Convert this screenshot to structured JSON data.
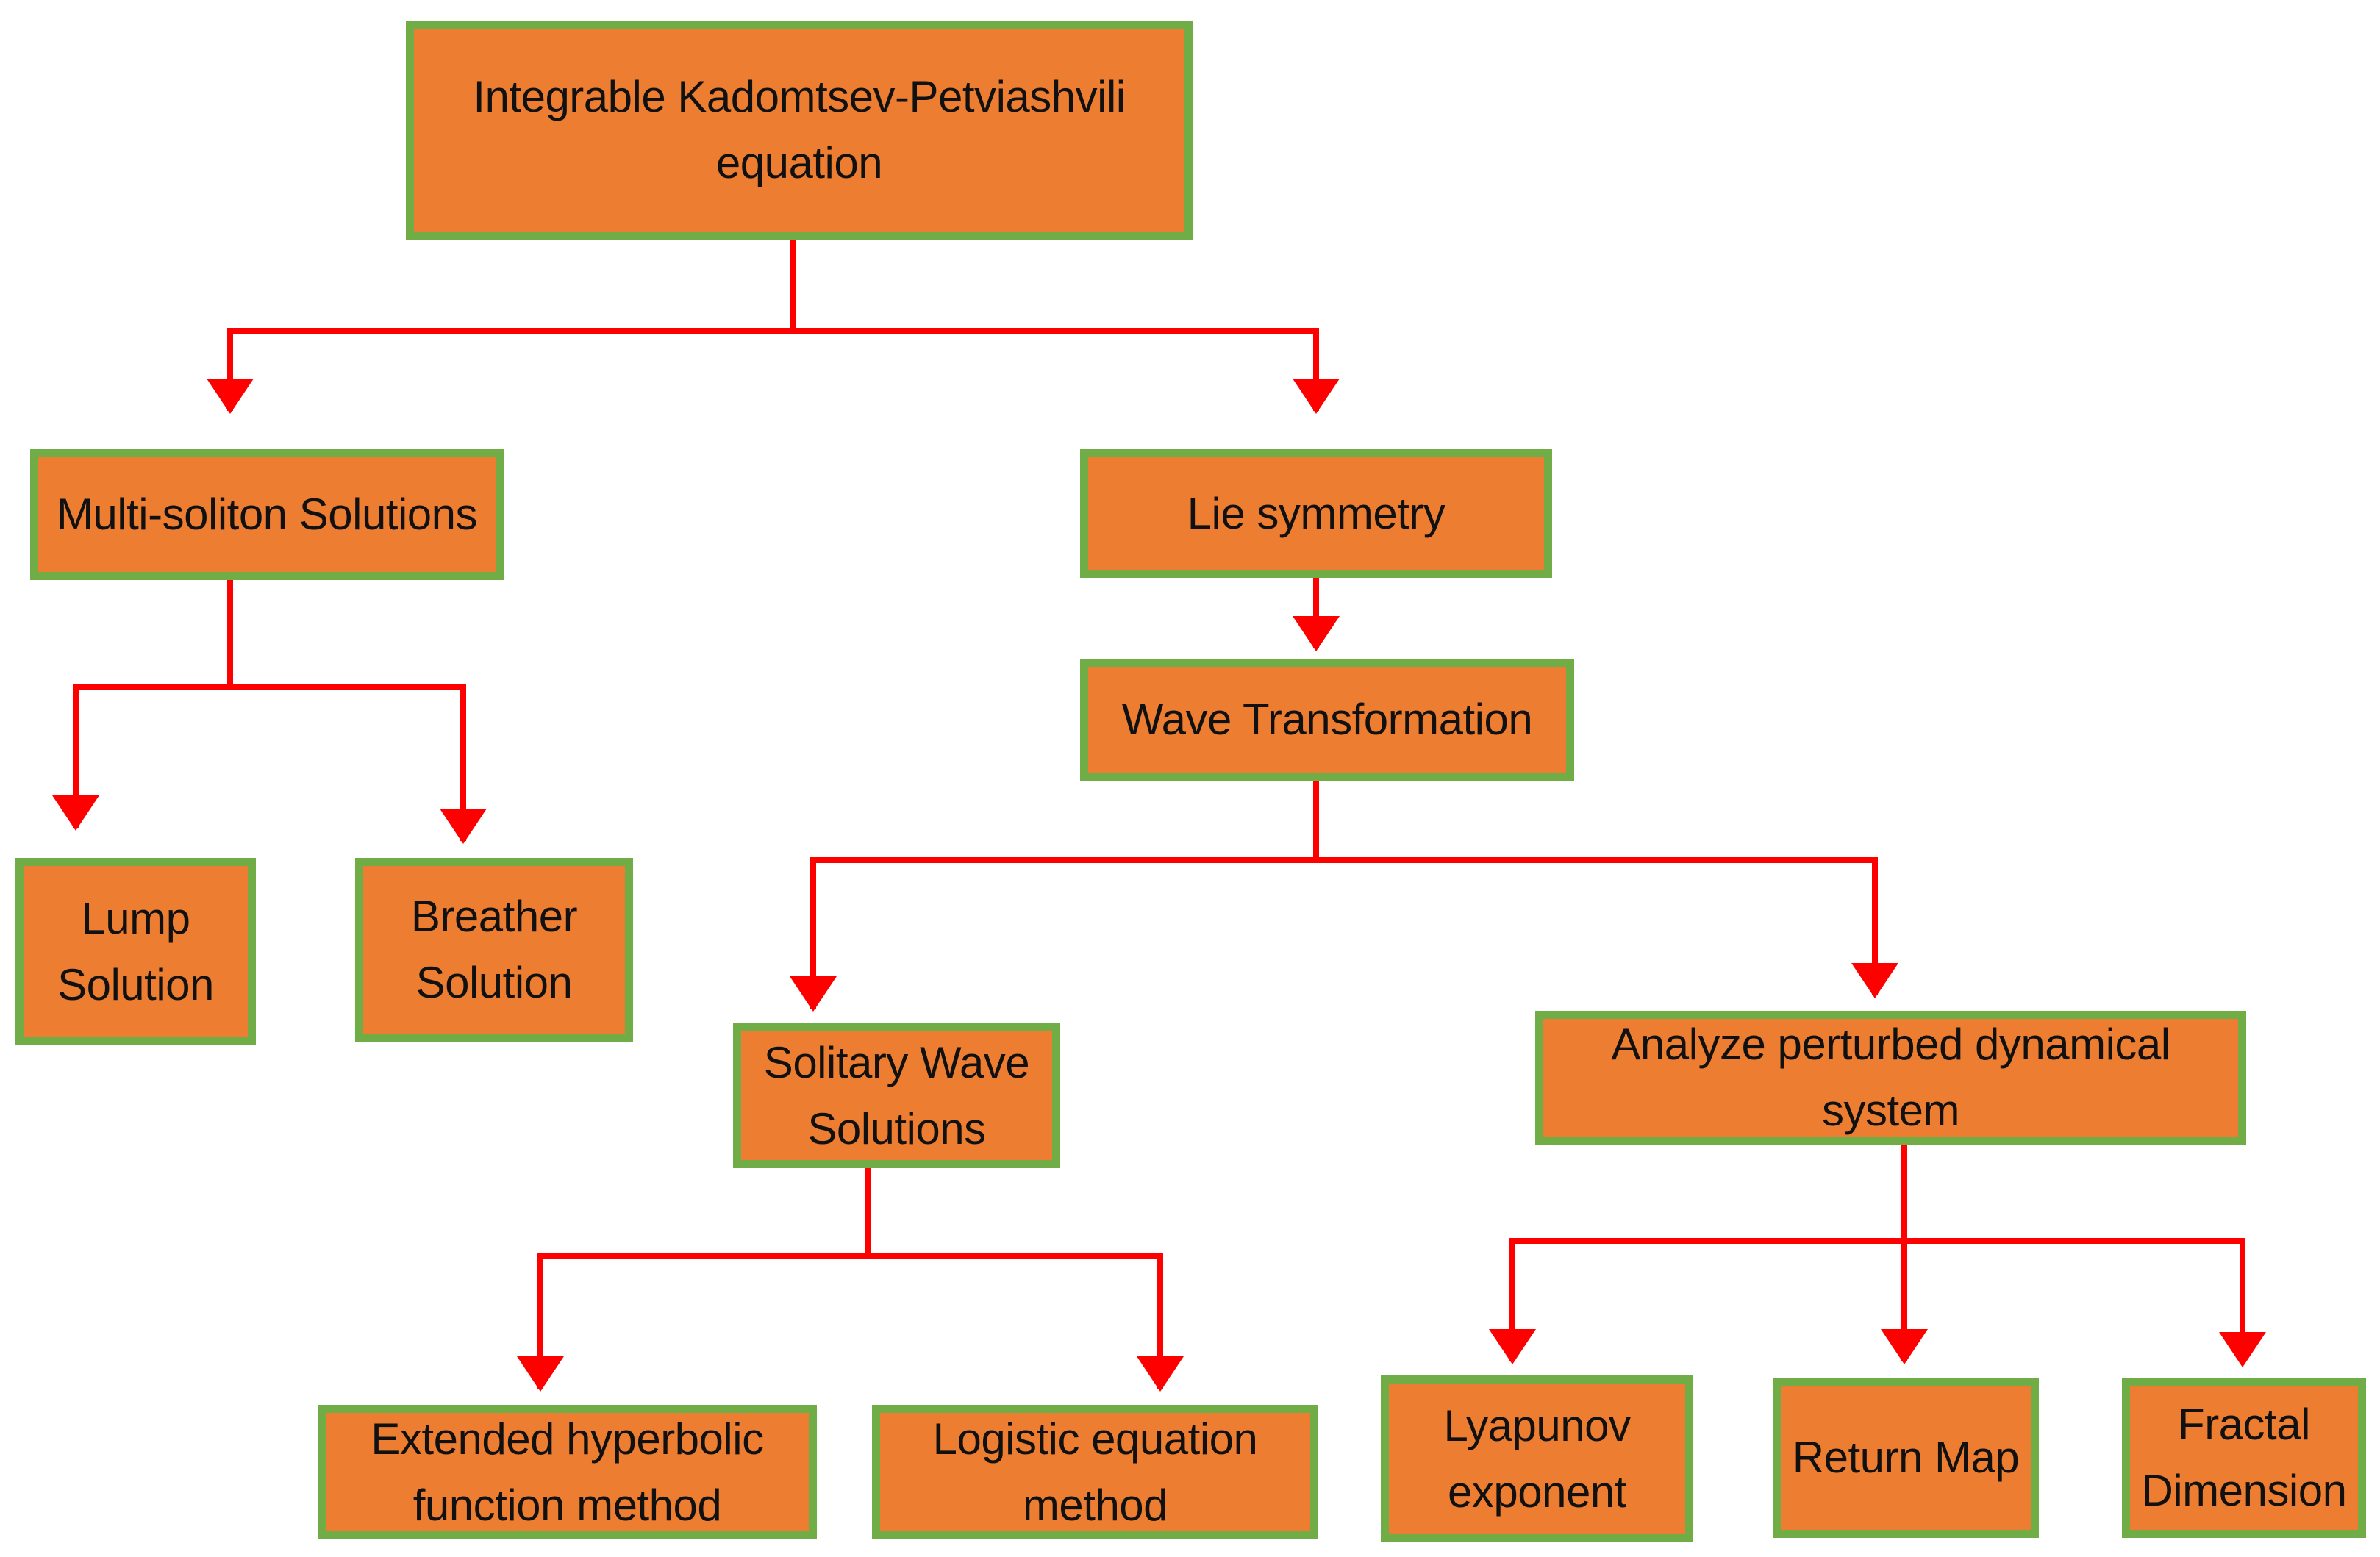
{
  "colors": {
    "node_fill": "#ED7D31",
    "node_border": "#70AD47",
    "connector": "#FF0000",
    "background": "#FFFFFF"
  },
  "nodes": {
    "root": "Integrable Kadomtsev-Petviashvili\nequation",
    "multi_soliton": "Multi-soliton Solutions",
    "lie_symmetry": "Lie symmetry",
    "wave_transformation": "Wave Transformation",
    "lump": "Lump\nSolution",
    "breather": "Breather\nSolution",
    "solitary_wave": "Solitary Wave\nSolutions",
    "analyze_perturbed": "Analyze perturbed dynamical system",
    "extended_hyperbolic": "Extended hyperbolic\nfunction method",
    "logistic_equation": "Logistic equation\nmethod",
    "lyapunov": "Lyapunov\nexponent",
    "return_map": "Return Map",
    "fractal_dimension": "Fractal\nDimension"
  },
  "edges": [
    [
      "root",
      "multi_soliton"
    ],
    [
      "root",
      "lie_symmetry"
    ],
    [
      "multi_soliton",
      "lump"
    ],
    [
      "multi_soliton",
      "breather"
    ],
    [
      "lie_symmetry",
      "wave_transformation"
    ],
    [
      "wave_transformation",
      "solitary_wave"
    ],
    [
      "wave_transformation",
      "analyze_perturbed"
    ],
    [
      "solitary_wave",
      "extended_hyperbolic"
    ],
    [
      "solitary_wave",
      "logistic_equation"
    ],
    [
      "analyze_perturbed",
      "lyapunov"
    ],
    [
      "analyze_perturbed",
      "return_map"
    ],
    [
      "analyze_perturbed",
      "fractal_dimension"
    ]
  ]
}
